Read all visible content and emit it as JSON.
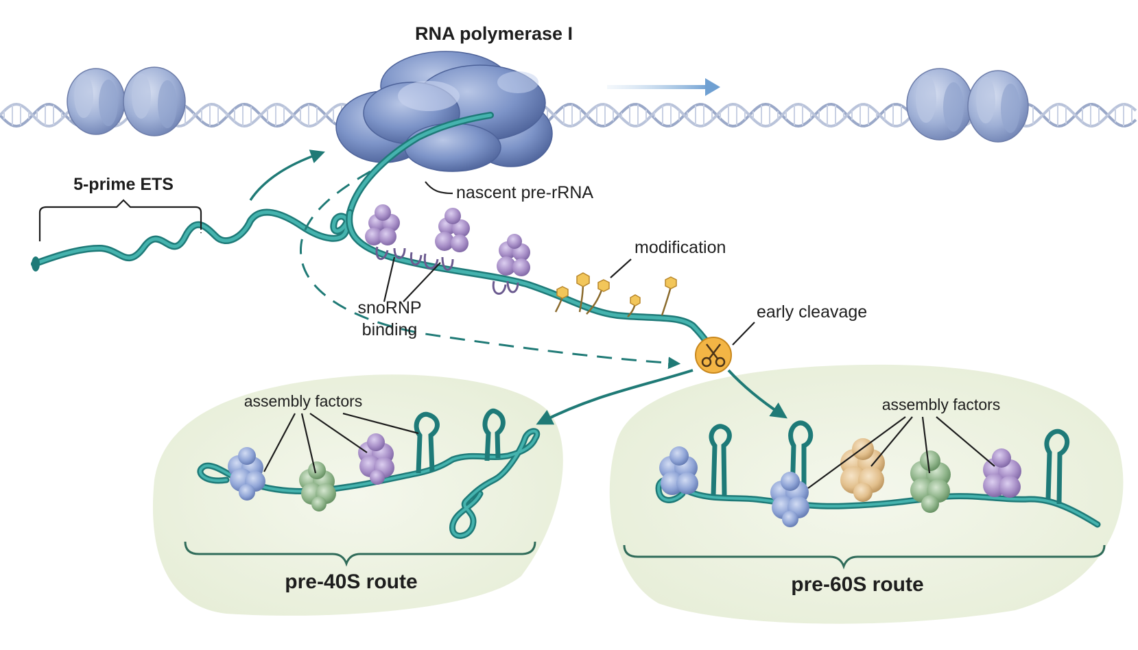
{
  "labels": {
    "polymerase": "RNA polymerase I",
    "ets": "5-prime ETS",
    "nascent": "nascent pre-rRNA",
    "modification": "modification",
    "snornp_line1": "snoRNP",
    "snornp_line2": "binding",
    "cleavage": "early cleavage",
    "factors_40s": "assembly factors",
    "factors_60s": "assembly factors",
    "route_40s": "pre-40S route",
    "route_60s": "pre-60S route"
  },
  "colors": {
    "dna": "#9aa8c8",
    "polymerase": "#6d86bd",
    "rna": "#2b9c98",
    "rna_dark": "#1e7a78",
    "arrow_teal": "#1f7a76",
    "snornp": "#a48bc7",
    "modification": "#e4b24a",
    "scissors_bg": "#f3b545",
    "route_bg": "#eef3e2",
    "factor_blue": "#8fa4d6",
    "factor_green": "#8fb48a",
    "factor_purple": "#a68dc6",
    "factor_orange": "#e2bf8c",
    "direction_arrow": "#7fa9d6"
  },
  "icons": {
    "cleavage": "scissors-icon",
    "direction": "arrow-right-icon"
  }
}
